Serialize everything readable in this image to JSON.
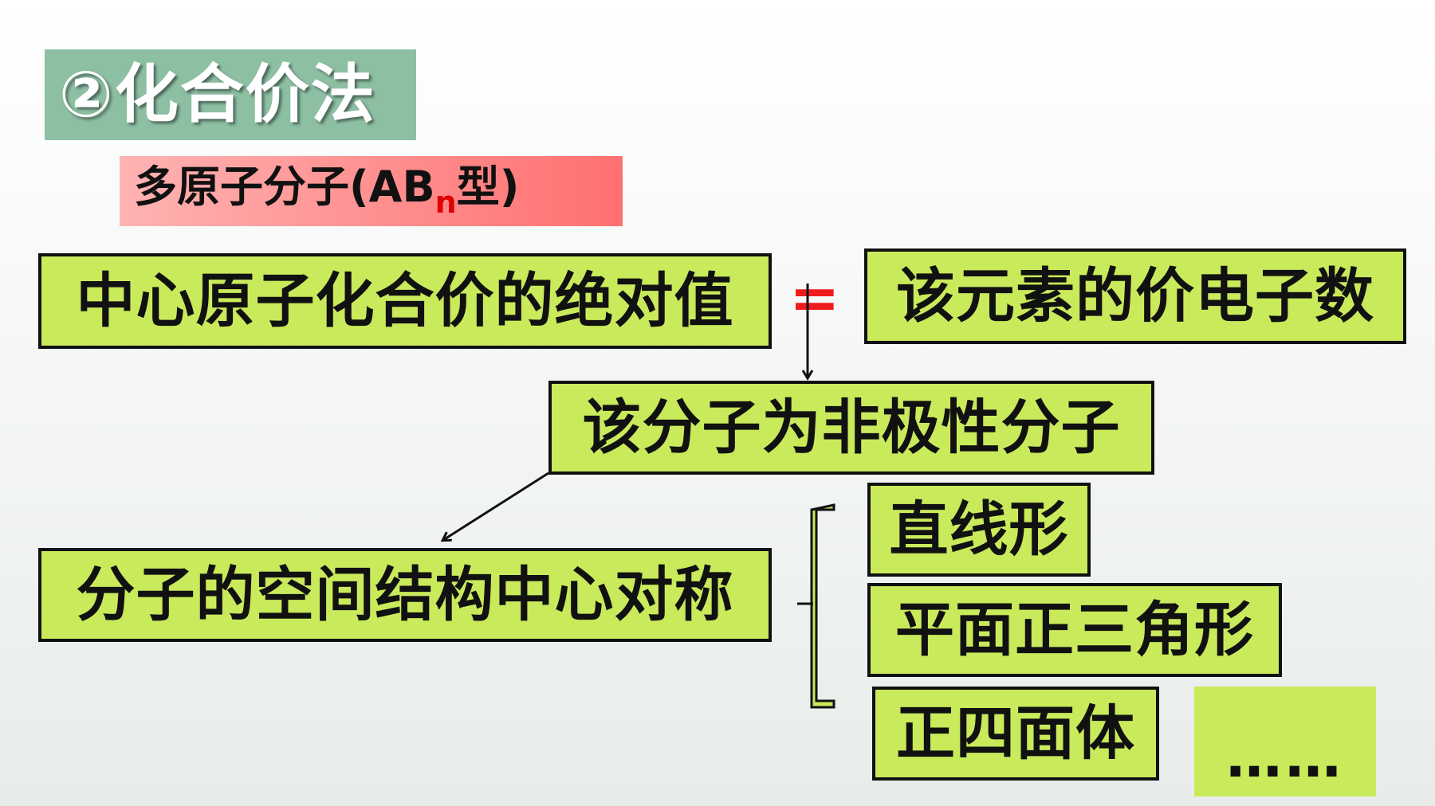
{
  "title": "②化合价法",
  "subtitle": {
    "text_before": "多原子分子(AB",
    "subscript": "n",
    "text_after": "型)"
  },
  "nodes": {
    "central_abs_valence": "中心原子化合价的绝对值",
    "equals_sign": "=",
    "valence_electrons": "该元素的价电子数",
    "nonpolar": "该分子为非极性分子",
    "symmetric_structure": "分子的空间结构中心对称",
    "linear": "直线形",
    "trigonal_planar": "平面正三角形",
    "tetrahedral": "正四面体",
    "ellipsis": "……"
  },
  "colors": {
    "title_bg": "#8dbfa3",
    "subtitle_bg": "#ff8a8a",
    "box_bg": "#c9ea5b",
    "equals": "#ee1c1c",
    "subscript": "#e00000"
  }
}
